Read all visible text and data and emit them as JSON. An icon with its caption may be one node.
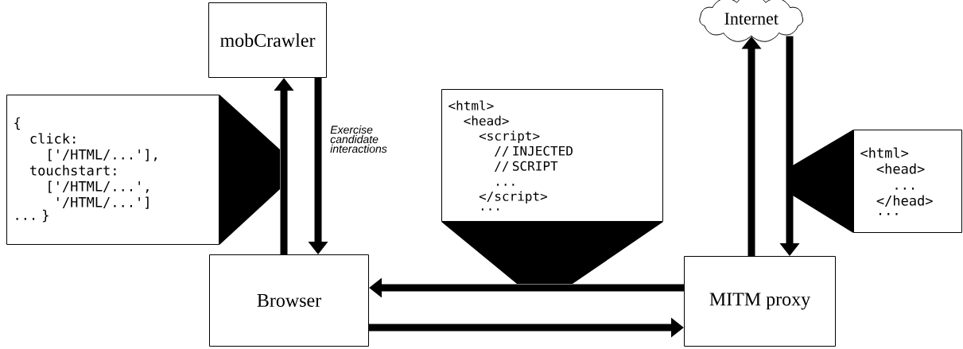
{
  "diagram": {
    "nodes": [
      {
        "text": [
          "mobCrawler"
        ]
      },
      {
        "text": [
          "Internet"
        ]
      },
      {
        "text": [
          "{",
          "click:",
          "['/HTML/...'],",
          "touchstart:",
          "['/HTML/...',",
          "'/HTML/...']",
          "... }"
        ]
      },
      {
        "text": [
          "<html>",
          "<head>",
          "<script>",
          "// INJECTED",
          "// SCRIPT",
          "...",
          "</script>",
          "..."
        ]
      },
      {
        "text": [
          "<html>",
          "<head>",
          "...",
          "</head>",
          "..."
        ]
      },
      {
        "text": [
          "Browser"
        ]
      },
      {
        "text": [
          "MITM proxy"
        ]
      }
    ],
    "edges": [
      {
        "from": 5,
        "to": 0,
        "arrow": "to"
      },
      {
        "from": 0,
        "to": 5,
        "arrow": "to",
        "label": "Exercise candidate interactions"
      },
      {
        "from": 6,
        "to": 1,
        "arrow": "to"
      },
      {
        "from": 1,
        "to": 6,
        "arrow": "to"
      },
      {
        "from": 6,
        "to": 5,
        "arrow": "to"
      },
      {
        "from": 5,
        "to": 6,
        "arrow": "to"
      },
      {
        "from": 2,
        "to": null,
        "arrow": "none"
      },
      {
        "from": 3,
        "to": null,
        "arrow": "none"
      },
      {
        "from": 4,
        "to": null,
        "arrow": "none"
      }
    ]
  }
}
